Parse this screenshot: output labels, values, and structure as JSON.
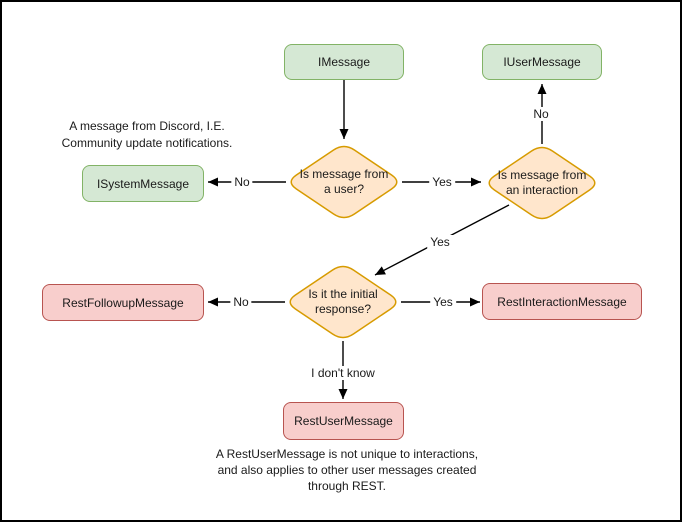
{
  "nodes": {
    "imessage": {
      "label": "IMessage"
    },
    "iusermessage": {
      "label": "IUserMessage"
    },
    "isystemmessage": {
      "label": "ISystemMessage"
    },
    "restfollowupmessage": {
      "label": "RestFollowupMessage"
    },
    "restinteractionmessage": {
      "label": "RestInteractionMessage"
    },
    "restusermessage": {
      "label": "RestUserMessage"
    }
  },
  "decisions": {
    "is_from_user": {
      "lines": [
        "Is message from",
        "a user?"
      ]
    },
    "is_from_interaction": {
      "lines": [
        "Is message from",
        "an interaction"
      ]
    },
    "is_initial_response": {
      "lines": [
        "Is it the initial",
        "response?"
      ]
    }
  },
  "edge_labels": {
    "user_no": "No",
    "user_yes": "Yes",
    "interaction_no": "No",
    "interaction_yes": "Yes",
    "initial_no": "No",
    "initial_yes": "Yes",
    "initial_unknown": "I don't know"
  },
  "annotations": {
    "system_message_note": {
      "lines": [
        "A message from Discord, I.E.",
        "Community update notifications."
      ]
    },
    "rest_user_message_note": {
      "lines": [
        "A RestUserMessage is not unique to interactions,",
        "and also applies to other user messages created",
        "through REST."
      ]
    }
  },
  "colors": {
    "interface_node_fill": "#d5e8d4",
    "interface_node_border": "#82b366",
    "decision_fill": "#ffe6cc",
    "decision_border": "#d79b00",
    "rest_node_fill": "#f8cecc",
    "rest_node_border": "#b85450",
    "connector": "#000000",
    "canvas_border": "#000000",
    "background": "#ffffff"
  }
}
